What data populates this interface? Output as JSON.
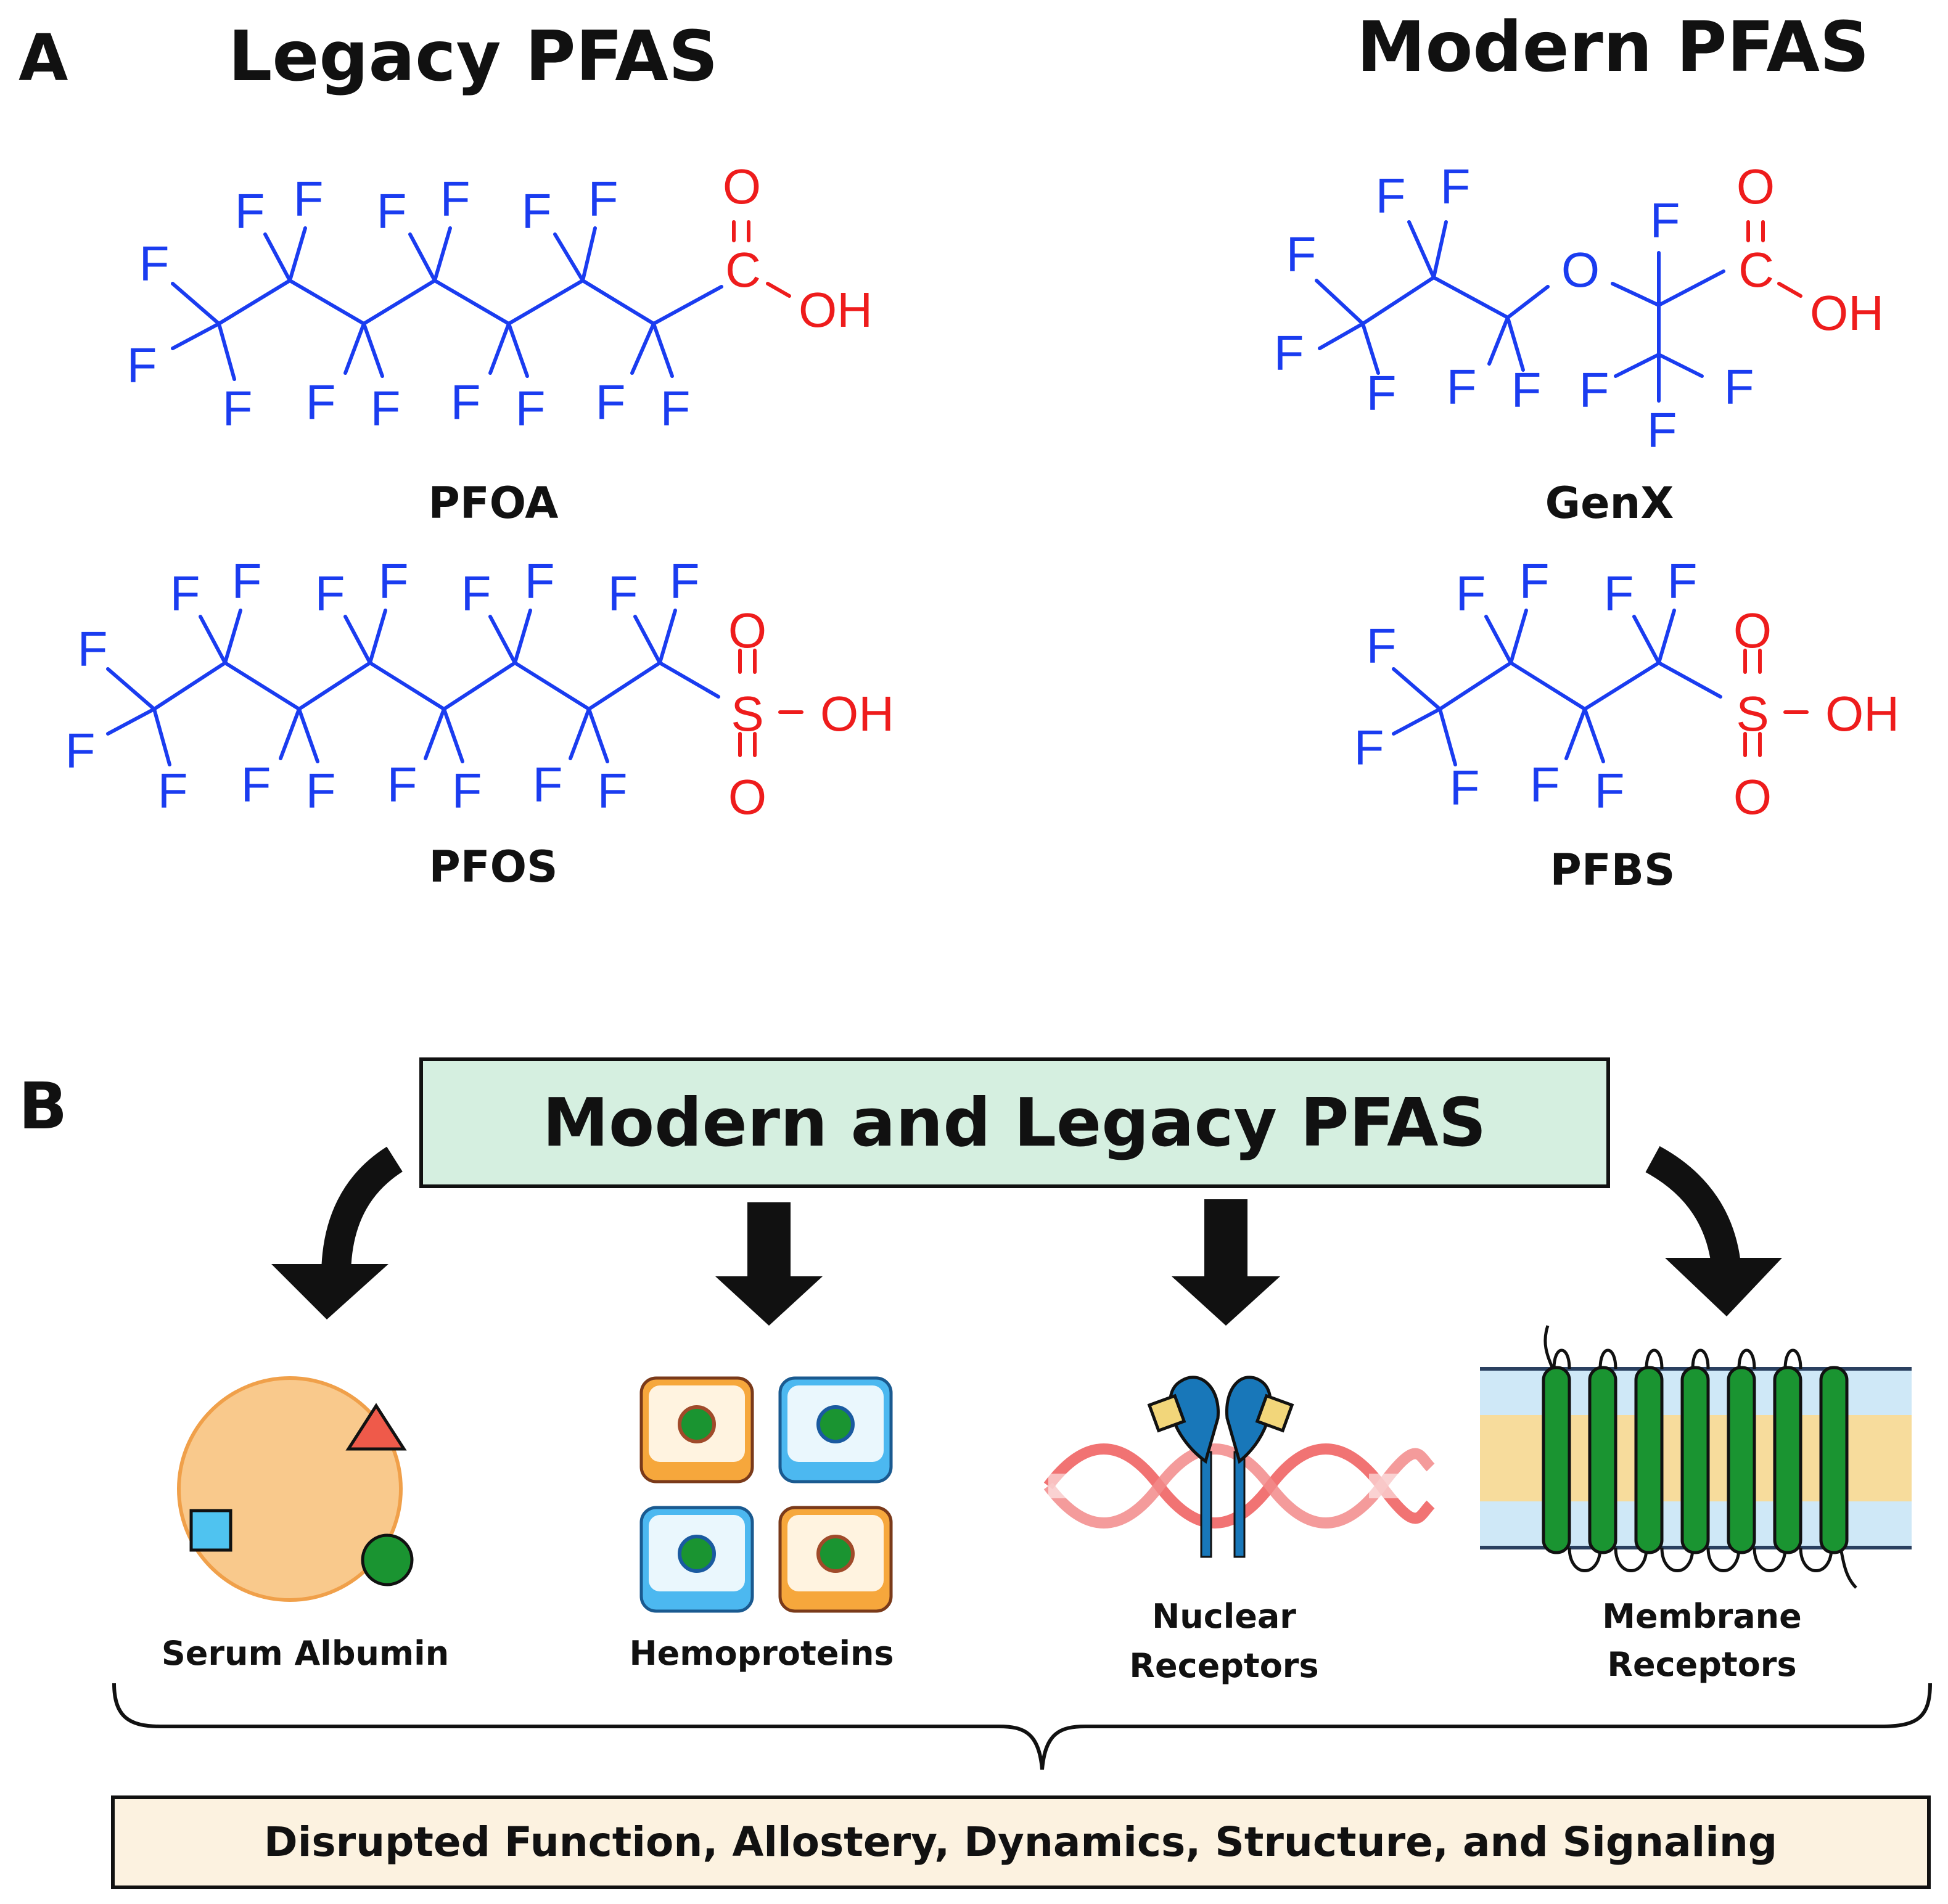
{
  "panels": {
    "a": "A",
    "b": "B"
  },
  "panel_a": {
    "legacy_title": "Legacy PFAS",
    "modern_title": "Modern PFAS",
    "compounds": [
      "PFOA",
      "PFOS",
      "GenX",
      "PFBS"
    ]
  },
  "atoms": {
    "fluorine": "F",
    "carbon": "C",
    "oxygen": "O",
    "sulfur": "S",
    "hydroxyl": "OH"
  },
  "panel_b": {
    "source": "Modern and Legacy PFAS",
    "targets": {
      "serum_albumin": "Serum Albumin",
      "hemoproteins": "Hemoproteins",
      "nuclear_line1": "Nuclear",
      "nuclear_line2": "Receptors",
      "membrane_line1": "Membrane",
      "membrane_line2": "Receptors"
    },
    "outcome": "Disrupted Function, Allostery, Dynamics, Structure, and Signaling"
  },
  "colors": {
    "fluorine": "#1a3cf0",
    "heteroatom": "#ee1c1c",
    "source_box": "#d5efe0",
    "outcome_box": "#fcf2e0",
    "albumin": "#f9c98c",
    "receptor_blue": "#1877b9",
    "helix_green": "#1a9431",
    "dna_red": "#ee4a4a"
  }
}
